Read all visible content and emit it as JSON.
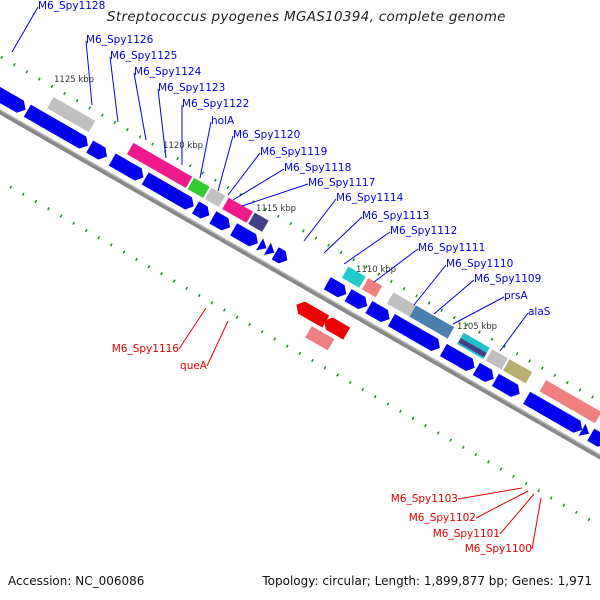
{
  "title": "Streptococcus pyogenes MGAS10394, complete genome",
  "footer": {
    "accession": "Accession: NC_006086",
    "summary": "Topology: circular; Length: 1,899,877 bp; Genes: 1,971"
  },
  "colors": {
    "forward_label": "#0000e0",
    "reverse_label": "#e00000",
    "backbone": "#888888",
    "tick": "#1a8a1a",
    "cds_blue": "#0000ee",
    "cds_red": "#ee0000"
  },
  "ticks": [
    {
      "label": "1125 kbp",
      "kbp": 1125
    },
    {
      "label": "1120 kbp",
      "kbp": 1120
    },
    {
      "label": "1115 kbp",
      "kbp": 1115
    },
    {
      "label": "1110 kbp",
      "kbp": 1110
    },
    {
      "label": "1105 kbp",
      "kbp": 1105
    }
  ],
  "forward_labels": [
    {
      "name": "M6_Spy1128"
    },
    {
      "name": "M6_Spy1126"
    },
    {
      "name": "M6_Spy1125"
    },
    {
      "name": "M6_Spy1124"
    },
    {
      "name": "M6_Spy1123"
    },
    {
      "name": "M6_Spy1122"
    },
    {
      "name": "holA"
    },
    {
      "name": "M6_Spy1120"
    },
    {
      "name": "M6_Spy1119"
    },
    {
      "name": "M6_Spy1118"
    },
    {
      "name": "M6_Spy1117"
    },
    {
      "name": "M6_Spy1114"
    },
    {
      "name": "M6_Spy1113"
    },
    {
      "name": "M6_Spy1112"
    },
    {
      "name": "M6_Spy1111"
    },
    {
      "name": "M6_Spy1110"
    },
    {
      "name": "M6_Spy1109"
    },
    {
      "name": "prsA"
    },
    {
      "name": "alaS"
    }
  ],
  "reverse_labels": [
    {
      "name": "M6_Spy1116"
    },
    {
      "name": "queA"
    },
    {
      "name": "M6_Spy1103"
    },
    {
      "name": "M6_Spy1102"
    },
    {
      "name": "M6_Spy1101"
    },
    {
      "name": "M6_Spy1100"
    }
  ]
}
